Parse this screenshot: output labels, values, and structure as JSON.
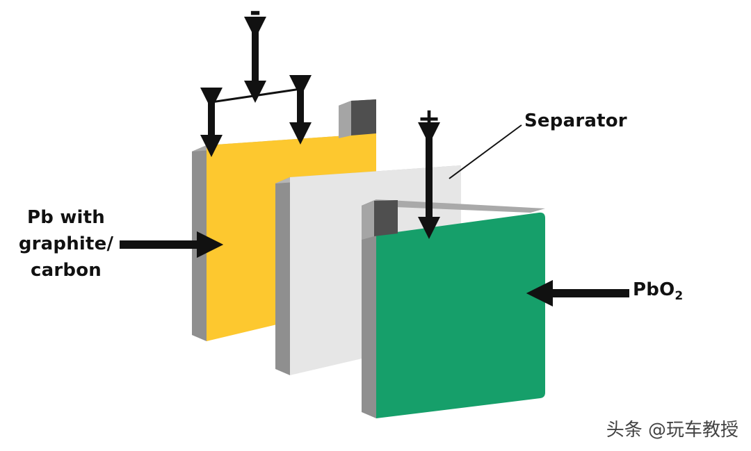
{
  "labels": {
    "negative_sign": "-",
    "positive_sign": "+",
    "negative_plate": [
      "Pb with",
      "graphite/",
      "carbon"
    ],
    "separator": "Separator",
    "positive_plate_main": "PbO",
    "positive_plate_sub": "2"
  },
  "watermark": "头条 @玩车教授",
  "colors": {
    "negative_plate_face": "#fdc82f",
    "separator_face": "#e6e6e6",
    "positive_plate_face": "#169f6a",
    "plate_edge": "#a3a3a3",
    "terminal": "#4f4f4f",
    "arrows": "#111111"
  }
}
